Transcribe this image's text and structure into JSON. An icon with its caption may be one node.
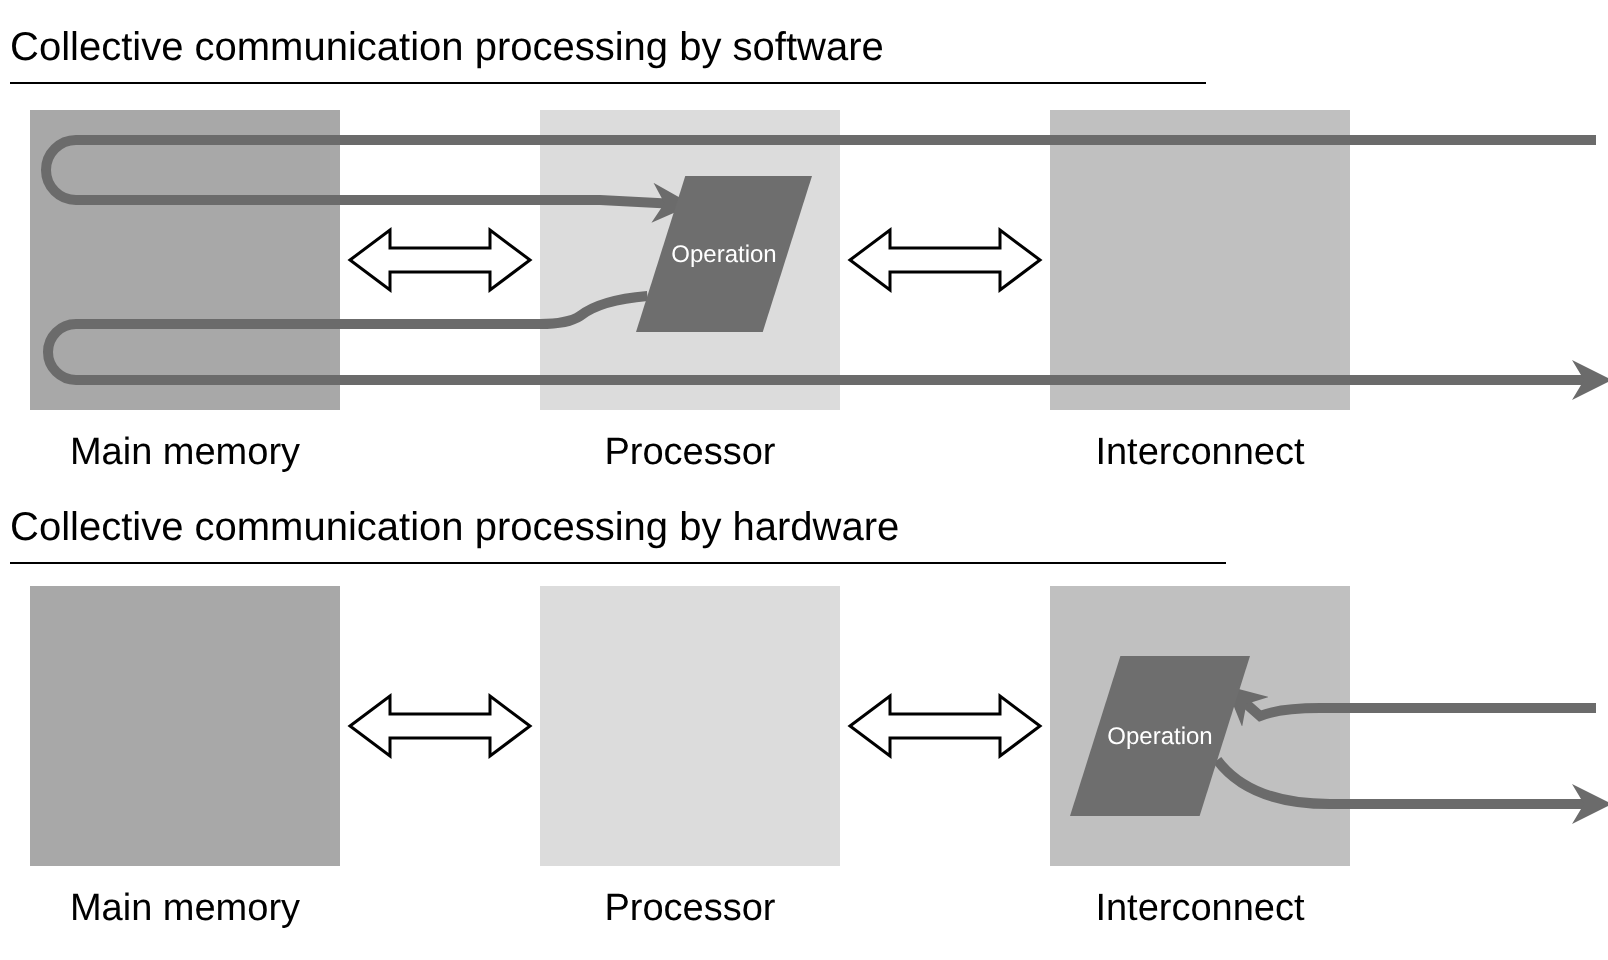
{
  "diagram": {
    "nodes": [
      {
        "text": [
          "Main memory"
        ]
      },
      {
        "text": [
          "Processor"
        ]
      },
      {
        "text": [
          "Operation"
        ],
        "in": 1
      },
      {
        "text": [
          "Interconnect"
        ]
      },
      {
        "text": [
          "Main memory"
        ]
      },
      {
        "text": [
          "Processor"
        ]
      },
      {
        "text": [
          "Interconnect"
        ]
      },
      {
        "text": [
          "Operation"
        ],
        "in": 6
      }
    ],
    "edges": [
      {
        "from": 0,
        "to": 1,
        "arrow": "both"
      },
      {
        "from": 1,
        "to": 3,
        "arrow": "both"
      },
      {
        "from": null,
        "to": 2,
        "arrow": "to",
        "color": "#6b6b6b"
      },
      {
        "from": 2,
        "to": null,
        "arrow": "to",
        "color": "#6b6b6b"
      },
      {
        "from": 4,
        "to": 5,
        "arrow": "both"
      },
      {
        "from": 5,
        "to": 6,
        "arrow": "both"
      },
      {
        "from": null,
        "to": 7,
        "arrow": "to",
        "color": "#6b6b6b"
      },
      {
        "from": 7,
        "to": null,
        "arrow": "to",
        "color": "#6b6b6b"
      }
    ],
    "labels": [
      "Collective communication processing by software",
      "Collective communication processing by hardware"
    ]
  }
}
